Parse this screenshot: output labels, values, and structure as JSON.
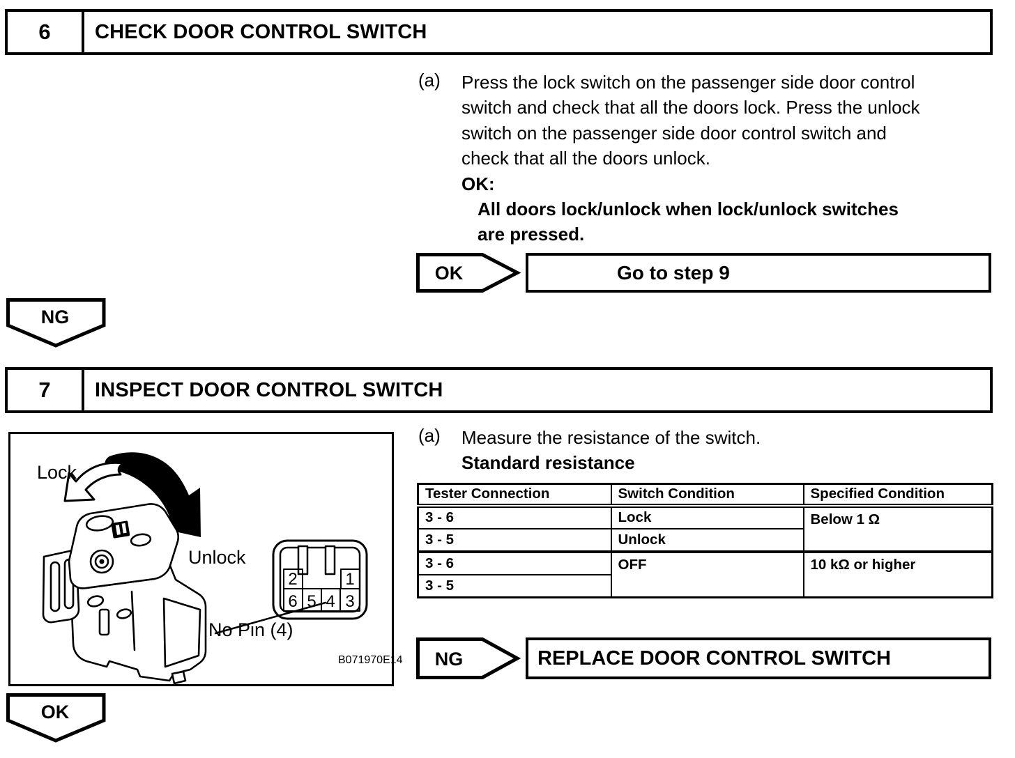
{
  "colors": {
    "ink": "#000000",
    "paper": "#ffffff"
  },
  "step6": {
    "number": "6",
    "title": "CHECK DOOR CONTROL SWITCH",
    "item_label": "(a)",
    "instruction_lines": [
      "Press the lock switch on the passenger side door control",
      "switch and check that all the doors lock. Press the unlock",
      "switch on the passenger side door control switch and",
      "check that all the doors unlock."
    ],
    "ok_heading": "OK:",
    "ok_condition_lines": [
      "All doors lock/unlock when lock/unlock switches",
      "are pressed."
    ],
    "result": {
      "flag": "OK",
      "action": "Go to step 9"
    },
    "fallthrough_flag": "NG"
  },
  "step7": {
    "number": "7",
    "title": "INSPECT DOOR CONTROL SWITCH",
    "item_label": "(a)",
    "instruction": "Measure the resistance of the switch.",
    "subheading": "Standard resistance",
    "figure": {
      "lock_label": "Lock",
      "unlock_label": "Unlock",
      "no_pin_label": "No Pin (4)",
      "figure_code": "B071970E14",
      "pins": {
        "top": [
          "2",
          "1"
        ],
        "bottom": [
          "6",
          "5",
          "4",
          "3"
        ]
      }
    },
    "resistance_table": {
      "headers": [
        "Tester Connection",
        "Switch Condition",
        "Specified Condition"
      ],
      "rows": [
        [
          "3 - 6",
          "Lock",
          "Below 1 Ω"
        ],
        [
          "3 - 5",
          "Unlock"
        ],
        [
          "3 - 6",
          "OFF",
          "10 kΩ or higher"
        ],
        [
          "3 - 5"
        ]
      ]
    },
    "result": {
      "flag": "NG",
      "action": "REPLACE DOOR CONTROL SWITCH"
    },
    "fallthrough_flag": "OK"
  }
}
